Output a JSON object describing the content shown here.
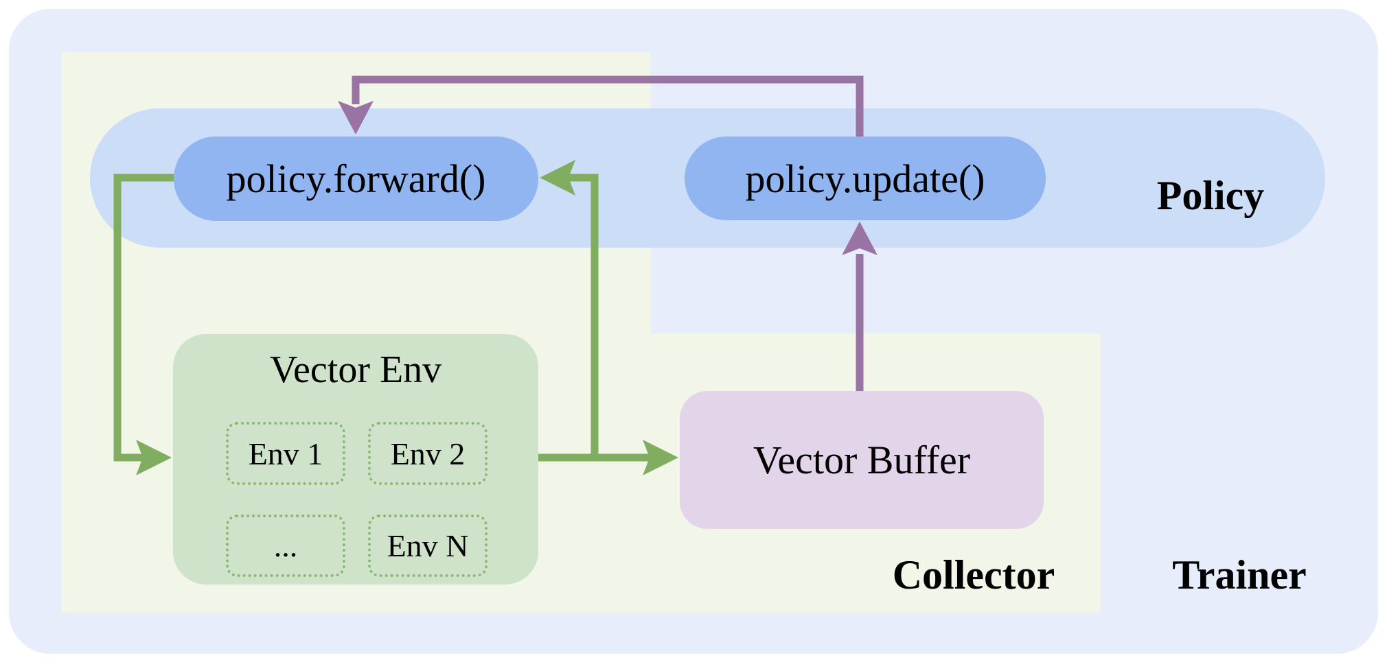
{
  "regions": {
    "policy": {
      "label": "Policy"
    },
    "collector": {
      "label": "Collector"
    },
    "trainer": {
      "label": "Trainer"
    }
  },
  "nodes": {
    "policy_forward": {
      "label": "policy.forward()"
    },
    "policy_update": {
      "label": "policy.update()"
    },
    "vector_env": {
      "title": "Vector Env",
      "envs": [
        "Env 1",
        "Env 2",
        "...",
        "Env N"
      ]
    },
    "vector_buffer": {
      "label": "Vector Buffer"
    }
  },
  "colors": {
    "trainer_bg": "#E7EDFB",
    "collector_bg": "#F2F6E8",
    "policy_band": "#CCDDF8",
    "pill": "#90B5F0",
    "env_box": "#CEE3C9",
    "env_dash": "#8ABA70",
    "buffer_box": "#E2D4E9",
    "arrow_green": "#80AD60",
    "arrow_purple": "#9973A3",
    "text": "#000000"
  }
}
